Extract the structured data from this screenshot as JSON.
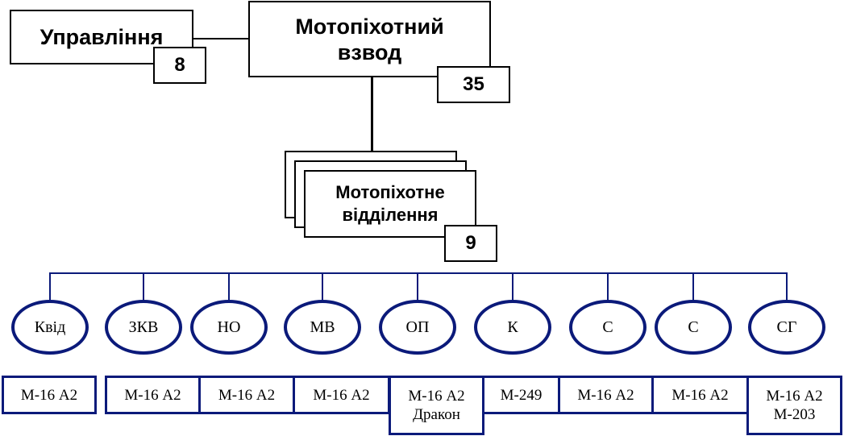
{
  "command": {
    "title": "Управління",
    "count": "8"
  },
  "platoon": {
    "title_line1": "Мотопіхотний",
    "title_line2": "взвод",
    "count": "35"
  },
  "squad": {
    "title_line1": "Мотопіхотне",
    "title_line2": "відділення",
    "count": "9"
  },
  "roles": [
    "Квід",
    "ЗКВ",
    "НО",
    "МВ",
    "ОП",
    "К",
    "С",
    "С",
    "СГ"
  ],
  "weapons": [
    [
      "М-16 А2"
    ],
    [
      "М-16 А2"
    ],
    [
      "М-16 А2"
    ],
    [
      "М-16 А2"
    ],
    [
      "М-16 А2",
      "Дракон"
    ],
    [
      "М-249"
    ],
    [
      "М-16 А2"
    ],
    [
      "М-16 А2"
    ],
    [
      "М-16 А2",
      "М-203"
    ]
  ]
}
